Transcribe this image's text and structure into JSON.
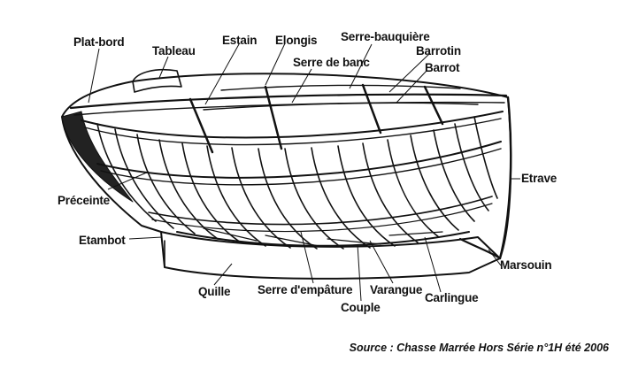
{
  "labels": {
    "plat_bord": "Plat-bord",
    "tableau": "Tableau",
    "estain": "Estain",
    "elongis": "Elongis",
    "serre_bauquiere": "Serre-bauquière",
    "barrotin": "Barrotin",
    "serre_de_banc": "Serre de banc",
    "barrot": "Barrot",
    "etrave": "Etrave",
    "preceinte": "Préceinte",
    "etambot": "Etambot",
    "marsouin": "Marsouin",
    "quille": "Quille",
    "serre_empature": "Serre d'empâture",
    "varangue": "Varangue",
    "carlingue": "Carlingue",
    "couple": "Couple"
  },
  "source": "Source : Chasse Marrée Hors Série n°1H été 2006"
}
